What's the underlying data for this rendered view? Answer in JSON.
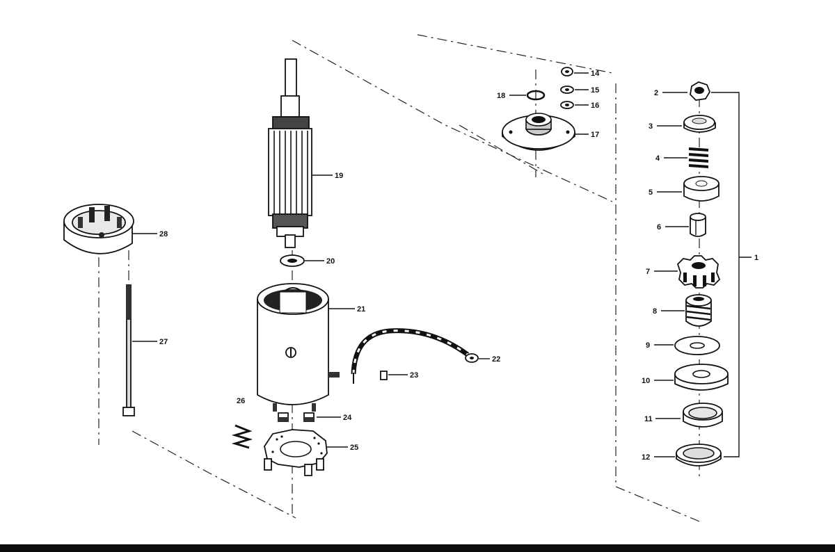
{
  "labels": {
    "p1": "1",
    "p2": "2",
    "p3": "3",
    "p4": "4",
    "p5": "5",
    "p6": "6",
    "p7": "7",
    "p8": "8",
    "p9": "9",
    "p10": "10",
    "p11": "11",
    "p12": "12",
    "p14": "14",
    "p15": "15",
    "p16": "16",
    "p17": "17",
    "p18": "18",
    "p19": "19",
    "p20": "20",
    "p21": "21",
    "p22": "22",
    "p23": "23",
    "p24": "24",
    "p25": "25",
    "p26": "26",
    "p27": "27",
    "p28": "28"
  },
  "colors": {
    "ink": "#111111",
    "paper": "#ffffff"
  }
}
